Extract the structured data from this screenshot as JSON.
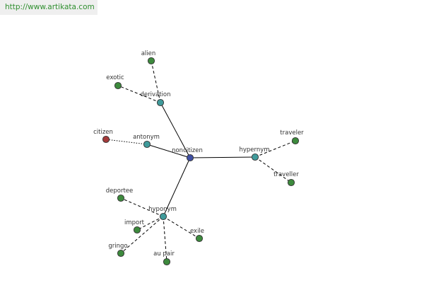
{
  "banner": {
    "url": "http://www.artikata.com"
  },
  "graph": {
    "colors": {
      "center": "#3f4fa3",
      "relation": "#3f9a9a",
      "leaf": "#3d8a3d",
      "antonym_leaf": "#a33a3a",
      "stroke": "#333333",
      "edge": "#000000"
    },
    "center": {
      "label": "noncitizen"
    },
    "relations": [
      {
        "label": "derivation",
        "leaves": [
          {
            "label": "alien"
          },
          {
            "label": "exotic"
          }
        ]
      },
      {
        "label": "antonym",
        "leaves": [
          {
            "label": "citizen"
          }
        ]
      },
      {
        "label": "hypernym",
        "leaves": [
          {
            "label": "traveler"
          },
          {
            "label": "traveller"
          }
        ]
      },
      {
        "label": "hyponym",
        "leaves": [
          {
            "label": "deportee"
          },
          {
            "label": "import"
          },
          {
            "label": "gringo"
          },
          {
            "label": "au pair"
          },
          {
            "label": "exile"
          }
        ]
      }
    ]
  }
}
